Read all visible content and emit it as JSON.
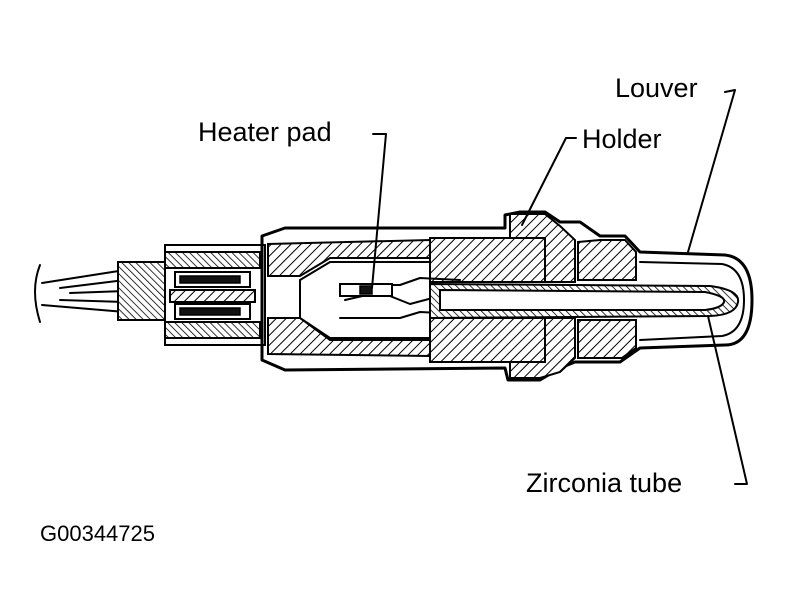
{
  "labels": {
    "louver": "Louver",
    "heater_pad": "Heater pad",
    "holder": "Holder",
    "zirconia_tube": "Zirconia tube"
  },
  "figure_code": "G00344725",
  "colors": {
    "ink": "#000000",
    "paper": "#ffffff"
  }
}
